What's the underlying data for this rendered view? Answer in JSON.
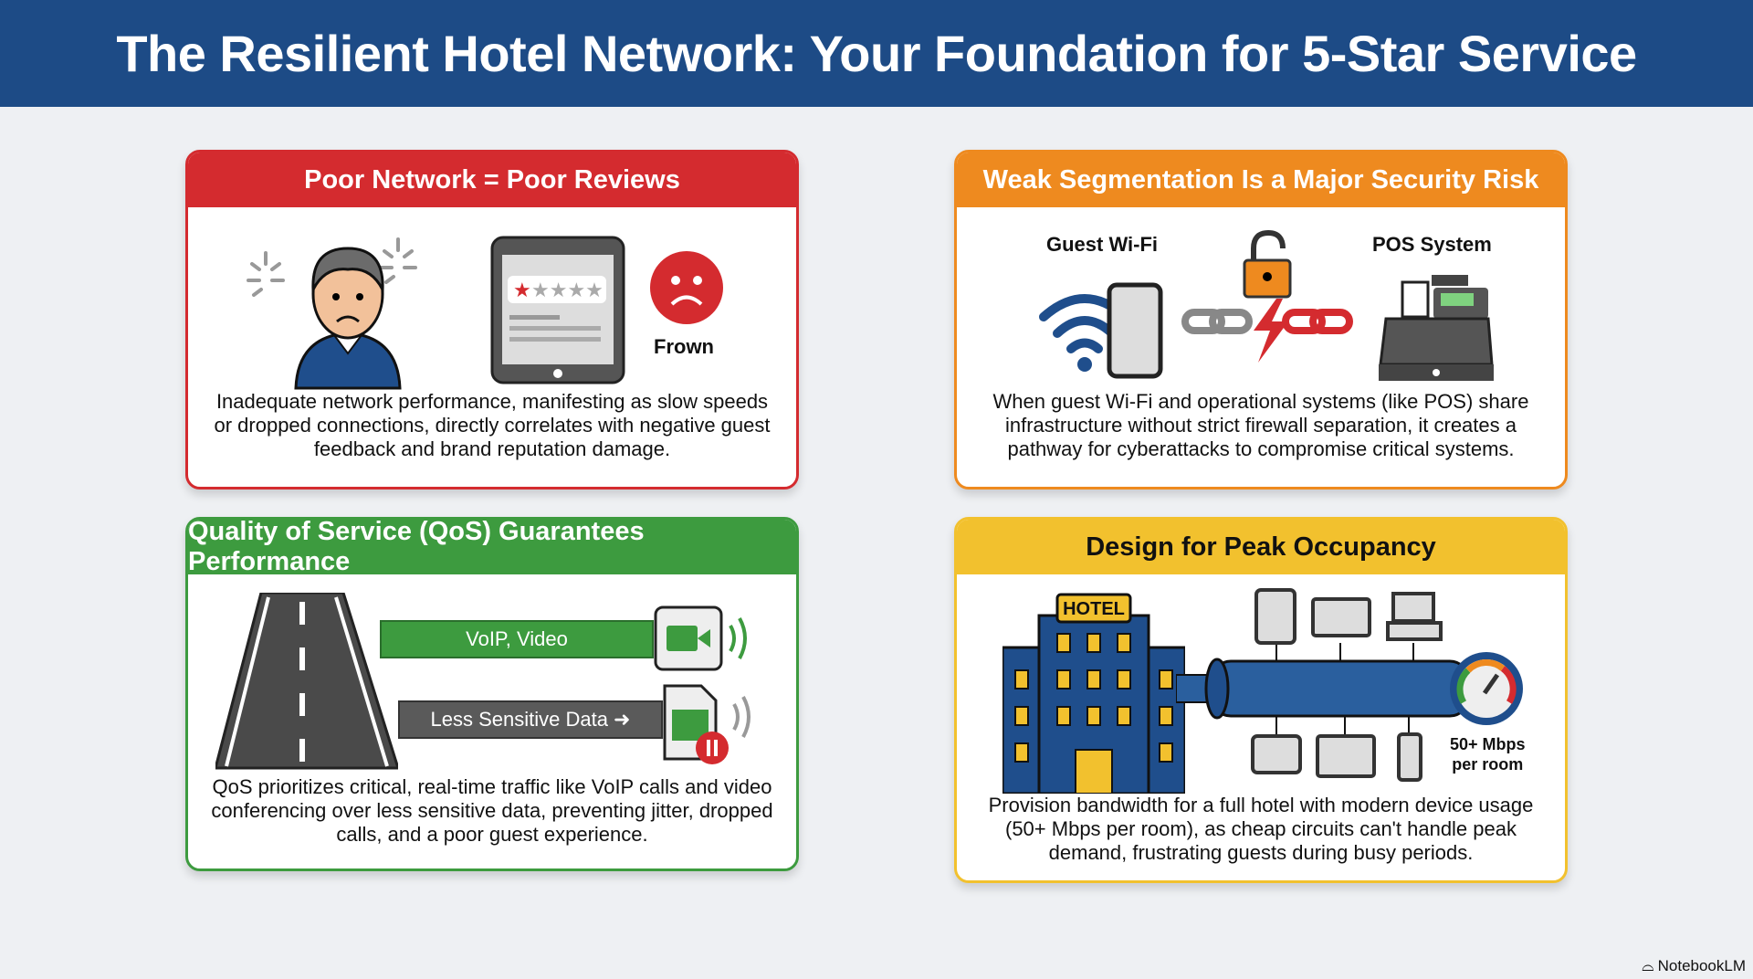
{
  "title": "The Resilient Hotel Network: Your Foundation for 5-Star Service",
  "cards": [
    {
      "title": "Poor Network = Poor Reviews",
      "color": "#d42b2f",
      "labels": {
        "frown": "Frown"
      },
      "rating": {
        "stars": 1,
        "of": 5
      },
      "text": "Inadequate network performance, manifesting as slow speeds or dropped connections, directly correlates with negative guest feedback and brand reputation damage."
    },
    {
      "title": "Weak Segmentation Is a Major Security Risk",
      "color": "#ee8a1f",
      "labels": {
        "guest": "Guest Wi-Fi",
        "pos": "POS System"
      },
      "text": "When guest Wi-Fi and operational systems (like POS) share infrastructure without strict firewall separation, it creates a pathway for cyberattacks to compromise critical systems."
    },
    {
      "title": "Quality of Service (QoS) Guarantees Performance",
      "color": "#3d9b3f",
      "labels": {
        "fast": "VoIP, Video",
        "slow": "Less Sensitive Data"
      },
      "text": "QoS prioritizes critical, real-time traffic like VoIP calls and video conferencing over less sensitive data, preventing jitter, dropped calls, and a poor guest experience."
    },
    {
      "title": "Design for Peak Occupancy",
      "color": "#f2c12e",
      "labels": {
        "hotel": "HOTEL",
        "speed1": "50+ Mbps",
        "speed2": "per room"
      },
      "text": "Provision bandwidth for a full hotel with modern device usage (50+ Mbps per room), as cheap circuits can't handle peak demand, frustrating guests during busy periods."
    }
  ],
  "footer": {
    "brand": "NotebookLM",
    "icon": "notebooklm-logo-icon"
  }
}
